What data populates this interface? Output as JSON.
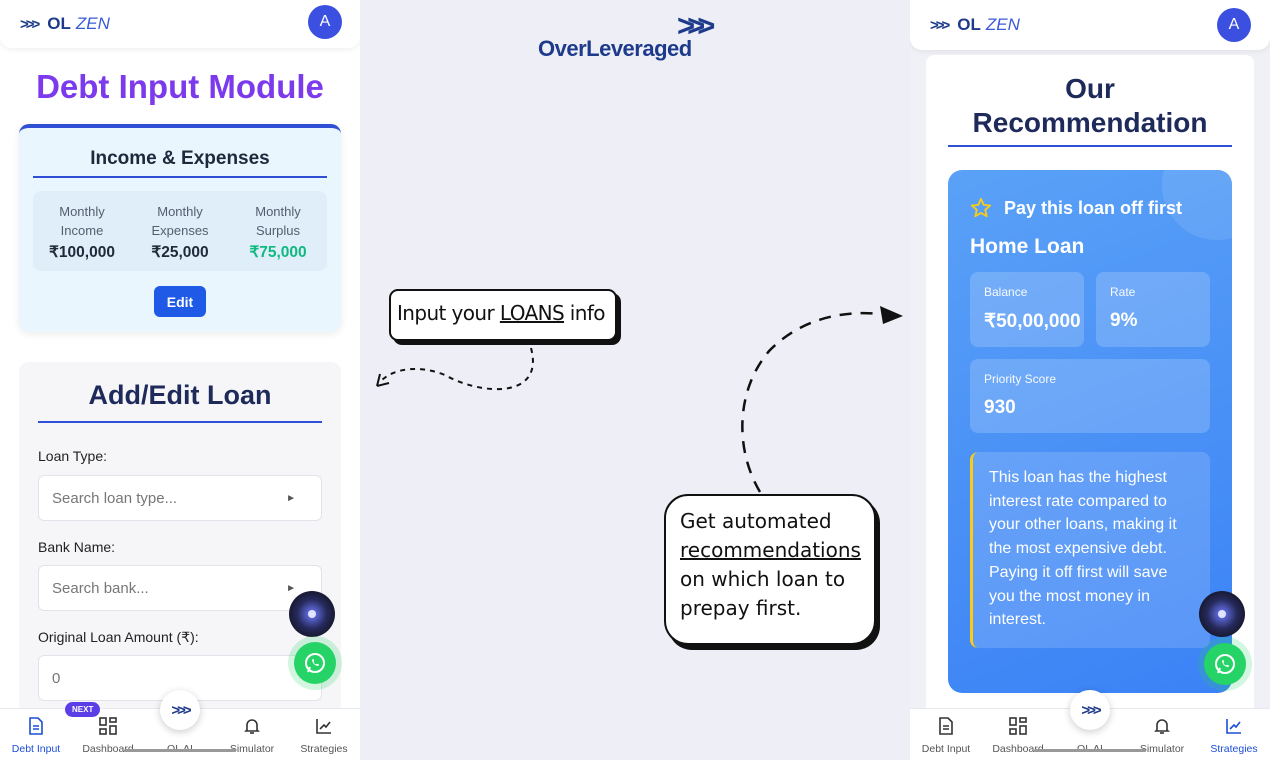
{
  "brand": {
    "ol": "OL",
    "zen": "ZEN",
    "avatar_initial": "A"
  },
  "center_logo": {
    "name": "OverLeveraged"
  },
  "callouts": {
    "c1": {
      "before": "Input your ",
      "emph": "LOANS",
      "after": " info"
    },
    "c2": {
      "line1": "Get automated",
      "emph": "recommendations",
      "line3": "on which loan to",
      "line4": "prepay first."
    }
  },
  "left_screen": {
    "page_title": "Debt Input Module",
    "income_card": {
      "title": "Income & Expenses",
      "stats": [
        {
          "label": "Monthly Income",
          "value": "₹100,000"
        },
        {
          "label": "Monthly Expenses",
          "value": "₹25,000"
        },
        {
          "label": "Monthly Surplus",
          "value": "₹75,000"
        }
      ],
      "edit_label": "Edit"
    },
    "loan_form": {
      "title": "Add/Edit Loan",
      "loan_type_label": "Loan Type:",
      "loan_type_placeholder": "Search loan type...",
      "bank_label": "Bank Name:",
      "bank_placeholder": "Search bank...",
      "amount_label": "Original Loan Amount (₹):",
      "amount_value": "0"
    }
  },
  "right_screen": {
    "title_line1": "Our",
    "title_line2": "Recommendation",
    "pay_first": "Pay this loan off first",
    "loan_name": "Home Loan",
    "balance_label": "Balance",
    "balance_value": "₹50,00,000",
    "rate_label": "Rate",
    "rate_value": "9%",
    "priority_label": "Priority Score",
    "priority_value": "930",
    "reason": "This loan has the highest interest rate compared to your other loans, making it the most expensive debt. Paying it off first will save you the most money in interest."
  },
  "nav": {
    "items": [
      "Debt Input",
      "Dashboard",
      "OL AI",
      "Simulator",
      "Strategies"
    ],
    "next_badge": "NEXT"
  },
  "colors": {
    "accent_blue": "#1f5ae6",
    "title_purple": "#7c3aed",
    "surplus_green": "#10b981",
    "reason_border": "#facc15",
    "whatsapp": "#25d366"
  }
}
